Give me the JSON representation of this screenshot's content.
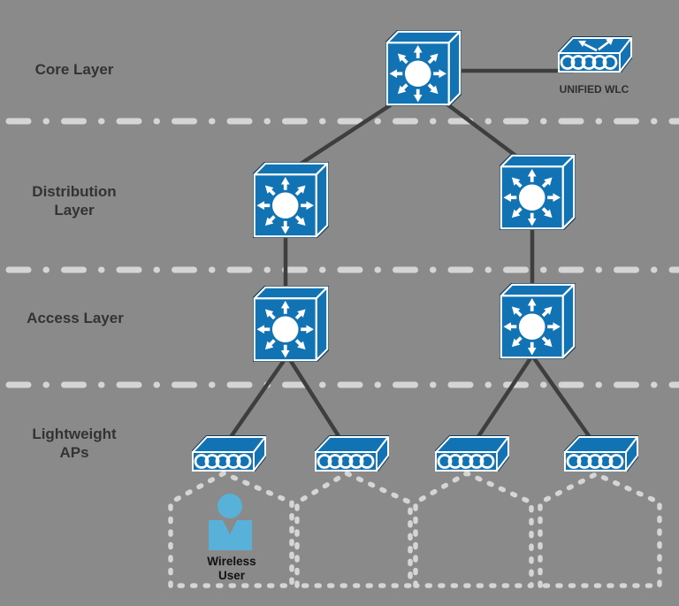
{
  "diagram": {
    "type": "network-topology",
    "description": "Cisco unified wireless network hierarchy",
    "background_color": "#8a8a8a",
    "colors": {
      "device_blue": "#1173b4",
      "device_dark_outline": "#0d3c5c",
      "user_blue": "#57b1d9",
      "link_line": "#3e3e3e",
      "dashed_line": "#d5d5d5",
      "layer_label_text": "#333333",
      "wlc_label_text": "#2e2e2e",
      "user_label_text": "#111111"
    },
    "layer_labels": {
      "core": "Core Layer",
      "distribution_line1": "Distribution",
      "distribution_line2": "Layer",
      "access": "Access Layer",
      "lightweight_aps_line1": "Lightweight",
      "lightweight_aps_line2": "APs"
    },
    "device_labels": {
      "wlc": "UNIFIED WLC",
      "wireless_user_line1": "Wireless",
      "wireless_user_line2": "User"
    },
    "icons": {
      "multilayer-switch-icon": "blue 3d cube with white circle and 8 radiating arrows",
      "wireless-controller-icon": "blue 3d flat box with white wave coil and two arrows on top",
      "access-point-icon": "blue 3d flat box with white wave coil",
      "wireless-user-icon": "light blue person silhouette"
    },
    "structure": {
      "core_switches": 1,
      "distribution_switches": 2,
      "access_switches": 2,
      "lightweight_aps": 4,
      "wireless_cells": 4,
      "layer_dividers": 3
    }
  }
}
